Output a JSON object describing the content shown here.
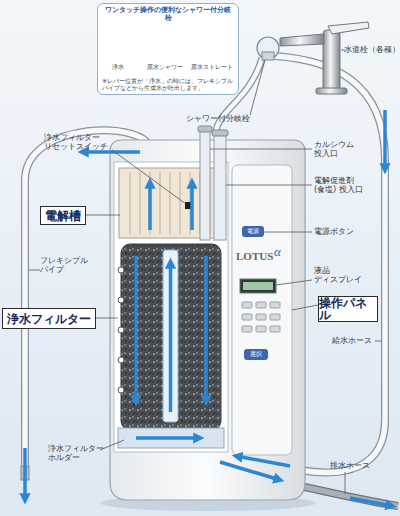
{
  "diagram": {
    "nodes": [
      {
        "text": [
          "ワンタッチ操作の便利なシャワー付分岐栓",
          "※レバー位置が「浄水」の時には、フレキシブルパイプなどから生成水が吐出します。"
        ]
      },
      {
        "text": [
          "電解槽"
        ]
      },
      {
        "text": [
          "浄水フィルター"
        ]
      },
      {
        "text": [
          "操作パネル"
        ]
      }
    ],
    "labels": [
      "浄水",
      "原水シャワー",
      "原水ストレート",
      "水道栓（各種）",
      "シャワー付分岐栓",
      "浄水フィルター リセットスイッチ",
      "カルシウム 投入口",
      "電解促進剤 (食塩) 投入口",
      "フレキシブル パイプ",
      "電源ボタン",
      "液晶 ディスプレイ",
      "給水ホース",
      "浄水フィルター ホルダー",
      "排水ホース",
      "LOTUS",
      "α",
      "電源",
      "選択"
    ]
  }
}
